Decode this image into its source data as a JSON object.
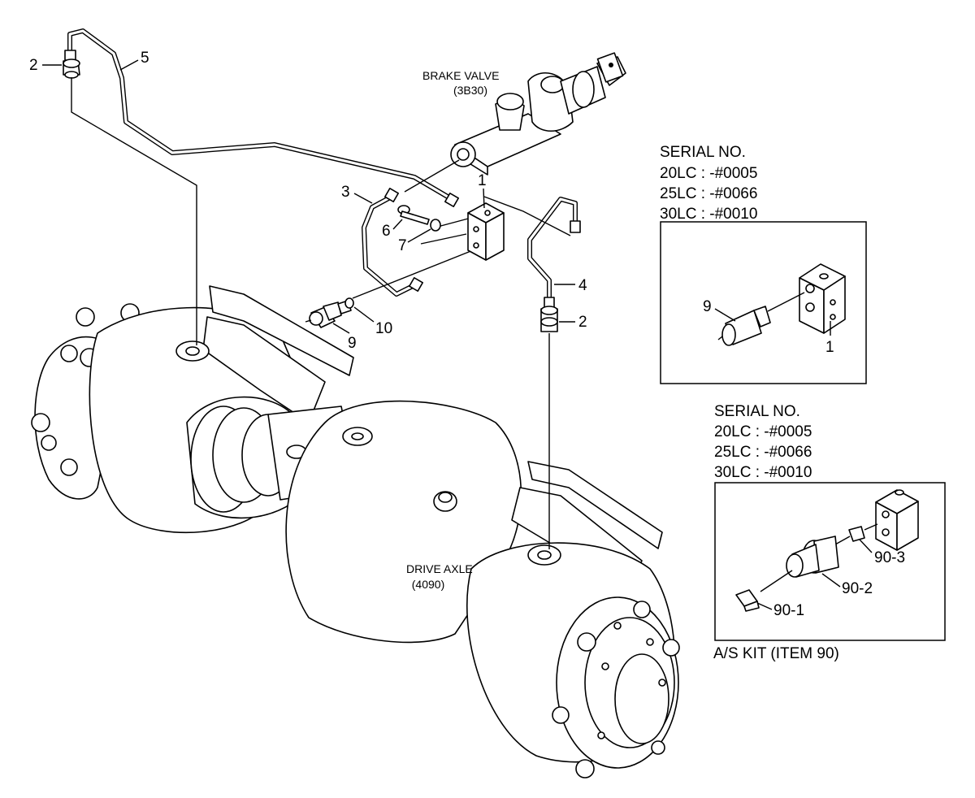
{
  "labels": {
    "brake_valve": "BRAKE VALVE",
    "brake_valve_code": "(3B30)",
    "drive_axle": "DRIVE AXLE",
    "drive_axle_code": "(4090)",
    "as_kit": "A/S KIT (ITEM 90)"
  },
  "serial_block_1": {
    "heading": "SERIAL NO.",
    "lines": [
      "20LC : -#0005",
      "25LC : -#0066",
      "30LC : -#0010"
    ]
  },
  "serial_block_2": {
    "heading": "SERIAL NO.",
    "lines": [
      "20LC : -#0005",
      "25LC : -#0066",
      "30LC : -#0010"
    ]
  },
  "callouts": {
    "c2_top": "2",
    "c5": "5",
    "c3": "3",
    "c1": "1",
    "c6": "6",
    "c7": "7",
    "c4": "4",
    "c2_right": "2",
    "c9": "9",
    "c10": "10",
    "inset1_c9": "9",
    "inset1_c1": "1",
    "inset2_c90_3": "90-3",
    "inset2_c90_2": "90-2",
    "inset2_c90_1": "90-1"
  }
}
